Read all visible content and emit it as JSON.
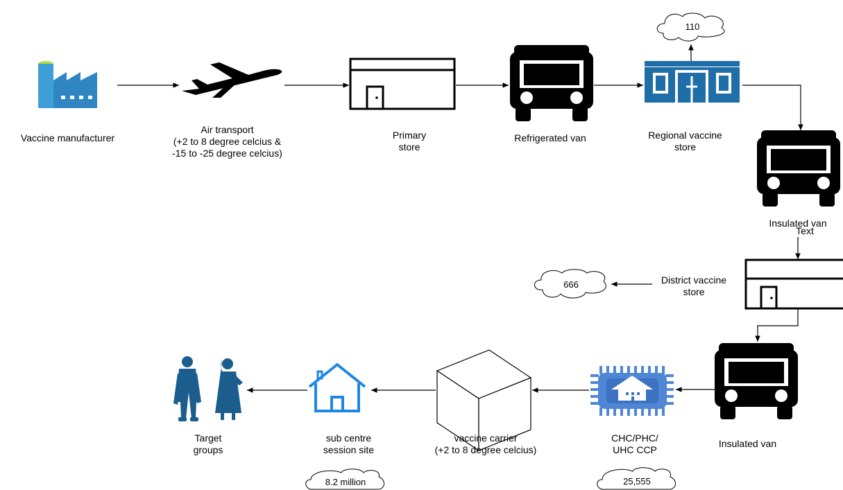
{
  "nodes": {
    "manufacturer": "Vaccine manufacturer",
    "air": "Air transport\n(+2 to 8 degree celcius &\n-15 to -25 degree celcius)",
    "primary": "Primary\nstore",
    "refrigerated": "Refrigerated van",
    "regional": "Regional vaccine\nstore",
    "insulated1": "Insulated van",
    "stray": "Text",
    "district": "District vaccine\nstore",
    "insulated2": "Insulated van",
    "chc": "CHC/PHC/\nUHC CCP",
    "carrier": "vaccine carrier\n(+2 to 8 degree celcius)",
    "subcentre": "sub centre\nsession site",
    "target": "Target\ngroups"
  },
  "clouds": {
    "regional": "110",
    "district": "666",
    "subcentre": "8.2 million",
    "chc": "25,555"
  },
  "colors": {
    "factory": "#3e9fd6",
    "factory_dark": "#2a6fa8",
    "factory_top": "#b6e03c",
    "store_blue": "#1f6ea8",
    "chip_blue": "#4f86d6",
    "house_blue": "#1e88e5",
    "people_blue": "#1b5e8e"
  }
}
